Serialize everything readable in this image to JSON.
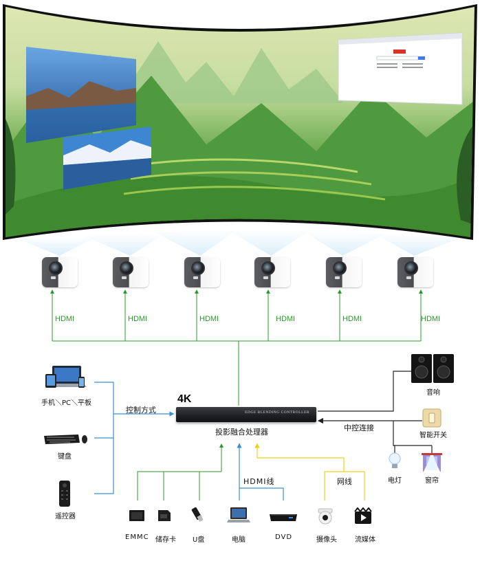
{
  "colors": {
    "hdmi": "#2a9a2a",
    "control": "#3b8fd0",
    "network": "#e8d21a",
    "line_dark": "#222222"
  },
  "projector_labels": [
    "HDMI",
    "HDMI",
    "HDMI",
    "HDMI",
    "HDMI",
    "HDMI"
  ],
  "controller": {
    "title": "4K",
    "name": "投影融合处理器",
    "brand_text": "EDGE BLENDING CONTROLLER"
  },
  "left": {
    "control_label": "控制方式",
    "devices": [
      "手机＼PC＼平板",
      "键盘",
      "遥控器"
    ]
  },
  "right": {
    "label": "中控连接",
    "devices": [
      "音响",
      "智能开关",
      "电灯",
      "窗帘"
    ]
  },
  "bottom": {
    "hdmi_line_label": "HDMI线",
    "net_label": "网线",
    "devices": [
      "EMMC",
      "储存卡",
      "U盘",
      "电脑",
      "DVD",
      "摄像头",
      "流媒体"
    ]
  }
}
